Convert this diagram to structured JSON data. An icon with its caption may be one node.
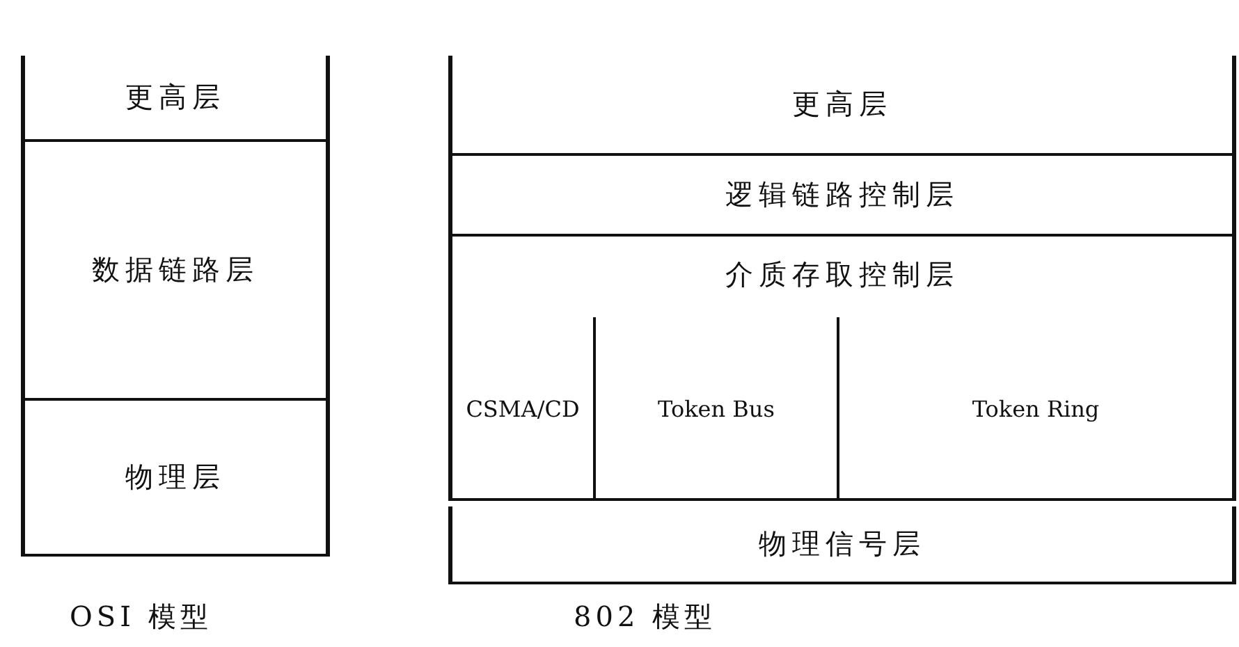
{
  "diagram": {
    "nodes": [
      {
        "text": [
          "更高层"
        ]
      },
      {
        "text": [
          "数据链路层"
        ]
      },
      {
        "text": [
          "物理层"
        ]
      },
      {
        "text": [
          "更高层"
        ]
      },
      {
        "text": [
          "逻辑链路控制层"
        ]
      },
      {
        "text": [
          "介质存取控制层"
        ]
      },
      {
        "text": [
          "CSMA/CD"
        ],
        "in": 5
      },
      {
        "text": [
          "Token Bus"
        ],
        "in": 5
      },
      {
        "text": [
          "Token Ring"
        ],
        "in": 5
      },
      {
        "text": [
          "物理信号层"
        ]
      }
    ],
    "labels": [
      "OSI 模型",
      "802 模型"
    ]
  }
}
